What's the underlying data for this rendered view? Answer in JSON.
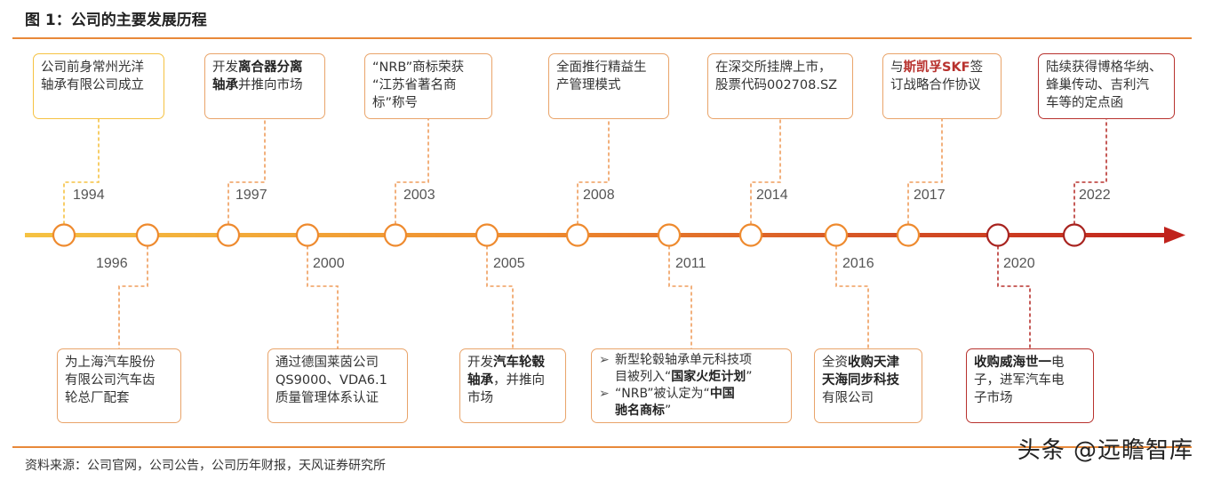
{
  "title": "图 1：公司的主要发展历程",
  "source": "资料来源：公司官网，公司公告，公司历年财报，天风证券研究所",
  "watermark": "头条 @远瞻智库",
  "colors": {
    "accent": "#e8893a",
    "early": "#f5c242",
    "late": "#b8322e"
  },
  "events": [
    {
      "year": "1994",
      "text": [
        [
          "公司前身常州光洋"
        ],
        [
          "轴承有限公司成立"
        ]
      ]
    },
    {
      "year": "1996",
      "text": [
        [
          "为上海汽车股份"
        ],
        [
          "有限公司汽车齿"
        ],
        [
          "轮总厂配套"
        ]
      ]
    },
    {
      "year": "1997",
      "text": [
        [
          "开发",
          {
            "b": "离合器分离"
          }
        ],
        [
          {
            "b": "轴承"
          },
          "并推向市场"
        ]
      ]
    },
    {
      "year": "2000",
      "text": [
        [
          "通过德国莱茵公司"
        ],
        [
          "QS9000、VDA6.1"
        ],
        [
          "质量管理体系认证"
        ]
      ]
    },
    {
      "year": "2003",
      "text": [
        [
          "“NRB”商标荣获"
        ],
        [
          "“江苏省著名商"
        ],
        [
          "标”称号"
        ]
      ]
    },
    {
      "year": "2005",
      "text": [
        [
          "开发",
          {
            "b": "汽车轮毂"
          }
        ],
        [
          {
            "b": "轴承"
          },
          "，并推向"
        ],
        [
          "市场"
        ]
      ]
    },
    {
      "year": "2008",
      "text": [
        [
          "全面推行精益生"
        ],
        [
          "产管理模式"
        ]
      ]
    },
    {
      "year": "2011",
      "bullets": [
        [
          [
            "新型轮毂轴承单元科技项"
          ],
          [
            "目被列入“",
            {
              "b": "国家火炬计划"
            },
            "”"
          ]
        ],
        [
          [
            "“NRB”被认定为“",
            {
              "b": "中国"
            }
          ],
          [
            {
              "b": "驰名商标"
            },
            "”"
          ]
        ]
      ]
    },
    {
      "year": "2014",
      "text": [
        [
          "在深交所挂牌上市，"
        ],
        [
          "股票代码002708.SZ"
        ]
      ]
    },
    {
      "year": "2016",
      "text": [
        [
          "全资",
          {
            "b": "收购天津"
          }
        ],
        [
          {
            "b": "天海同步科技"
          }
        ],
        [
          "有限公司"
        ]
      ]
    },
    {
      "year": "2017",
      "text": [
        [
          "与",
          {
            "br": "斯凯孚SKF"
          },
          "签"
        ],
        [
          "订战略合作协议"
        ]
      ]
    },
    {
      "year": "2020",
      "text": [
        [
          {
            "b": "收购威海世一"
          },
          "电"
        ],
        [
          "子，进军汽车电"
        ],
        [
          "子市场"
        ]
      ]
    },
    {
      "year": "2022",
      "text": [
        [
          "陆续获得博格华纳、"
        ],
        [
          "蜂巢传动、吉利汽"
        ],
        [
          "车等的定点函"
        ]
      ]
    }
  ]
}
